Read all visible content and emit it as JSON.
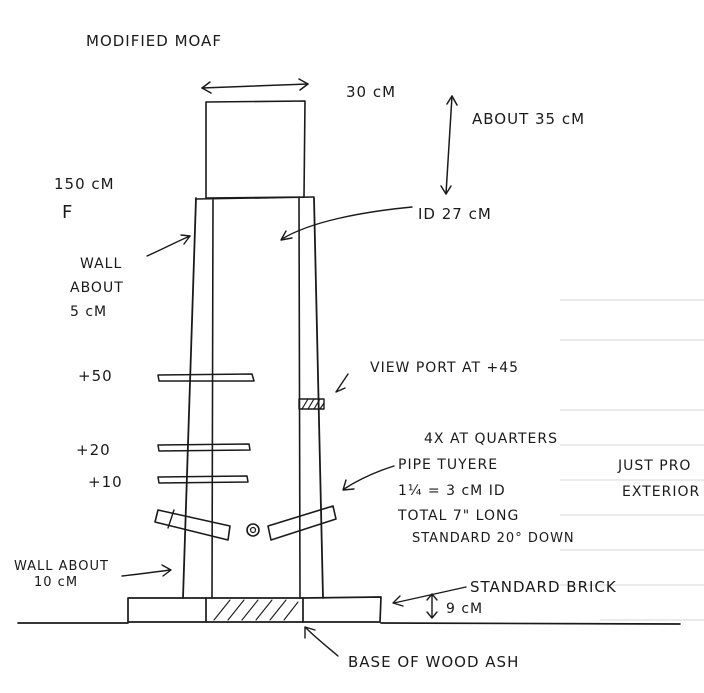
{
  "title": "MODIFIED MOAF",
  "labels": {
    "top_width": "30 cM",
    "top_height": "ABOUT 35 cM",
    "height": "150 cM",
    "height_mark": "F",
    "inner_diameter": "ID 27 cM",
    "wall_1": "WALL",
    "wall_2": "ABOUT",
    "wall_3": "5 cM",
    "level_50": "+50",
    "level_20": "+20",
    "level_10": "+10",
    "view_port": "VIEW PORT AT +45",
    "quarters": "4X AT QUARTERS",
    "tuyere_1": "PIPE TUYERE",
    "tuyere_2": "1¼ = 3 cM ID",
    "tuyere_3": "TOTAL 7\" LONG",
    "tuyere_4": "STANDARD 20° DOWN",
    "project_1": "JUST PRO",
    "project_2": "EXTERIOR",
    "base_wall_1": "WALL ABOUT",
    "base_wall_2": "10 cM",
    "brick": "STANDARD BRICK",
    "brick_height": "9 cM",
    "ash_base": "BASE OF WOOD ASH"
  }
}
